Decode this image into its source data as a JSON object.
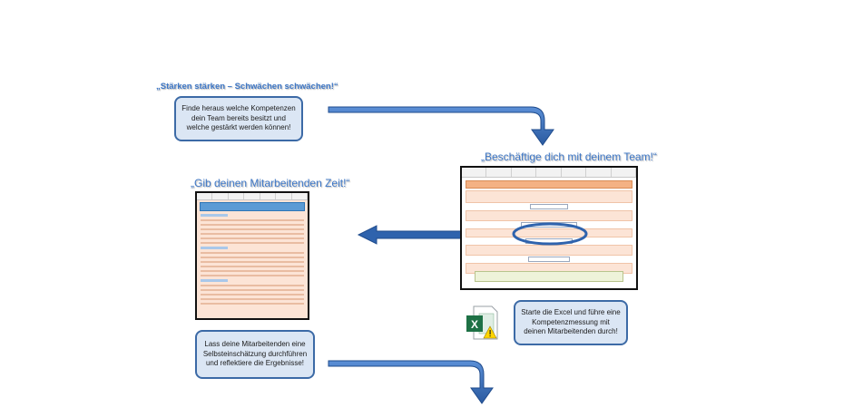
{
  "quotes": {
    "top_left": "„Stärken stärken – Schwächen schwächen!“",
    "team": "„Beschäftige dich mit deinem Team!“",
    "time": "„Gib deinen Mitarbeitenden Zeit!“"
  },
  "callouts": {
    "find_competencies": "Finde heraus welche Kompetenzen dein Team bereits besitzt und welche gestärkt werden können!",
    "start_excel": "Starte die Excel und führe eine Kompetenzmessung mit deinen Mitarbeitenden durch!",
    "self_assessment": "Lass deine Mitarbeitenden eine Selbsteinschätzung durchführen und reflektiere die Ergebnisse!"
  },
  "icons": {
    "excel": "excel-file-icon",
    "arrows": [
      "arrow-right-down-icon",
      "arrow-left-icon",
      "arrow-right-down-icon"
    ]
  },
  "colors": {
    "quote_blue": "#3f78c7",
    "callout_fill": "#dbe6f4",
    "callout_border": "#3c6aa6",
    "arrow_blue": "#2f63ad",
    "sheet_orange": "#f4b183",
    "sheet_peach": "#fce4d6",
    "excel_green": "#1e7145"
  }
}
